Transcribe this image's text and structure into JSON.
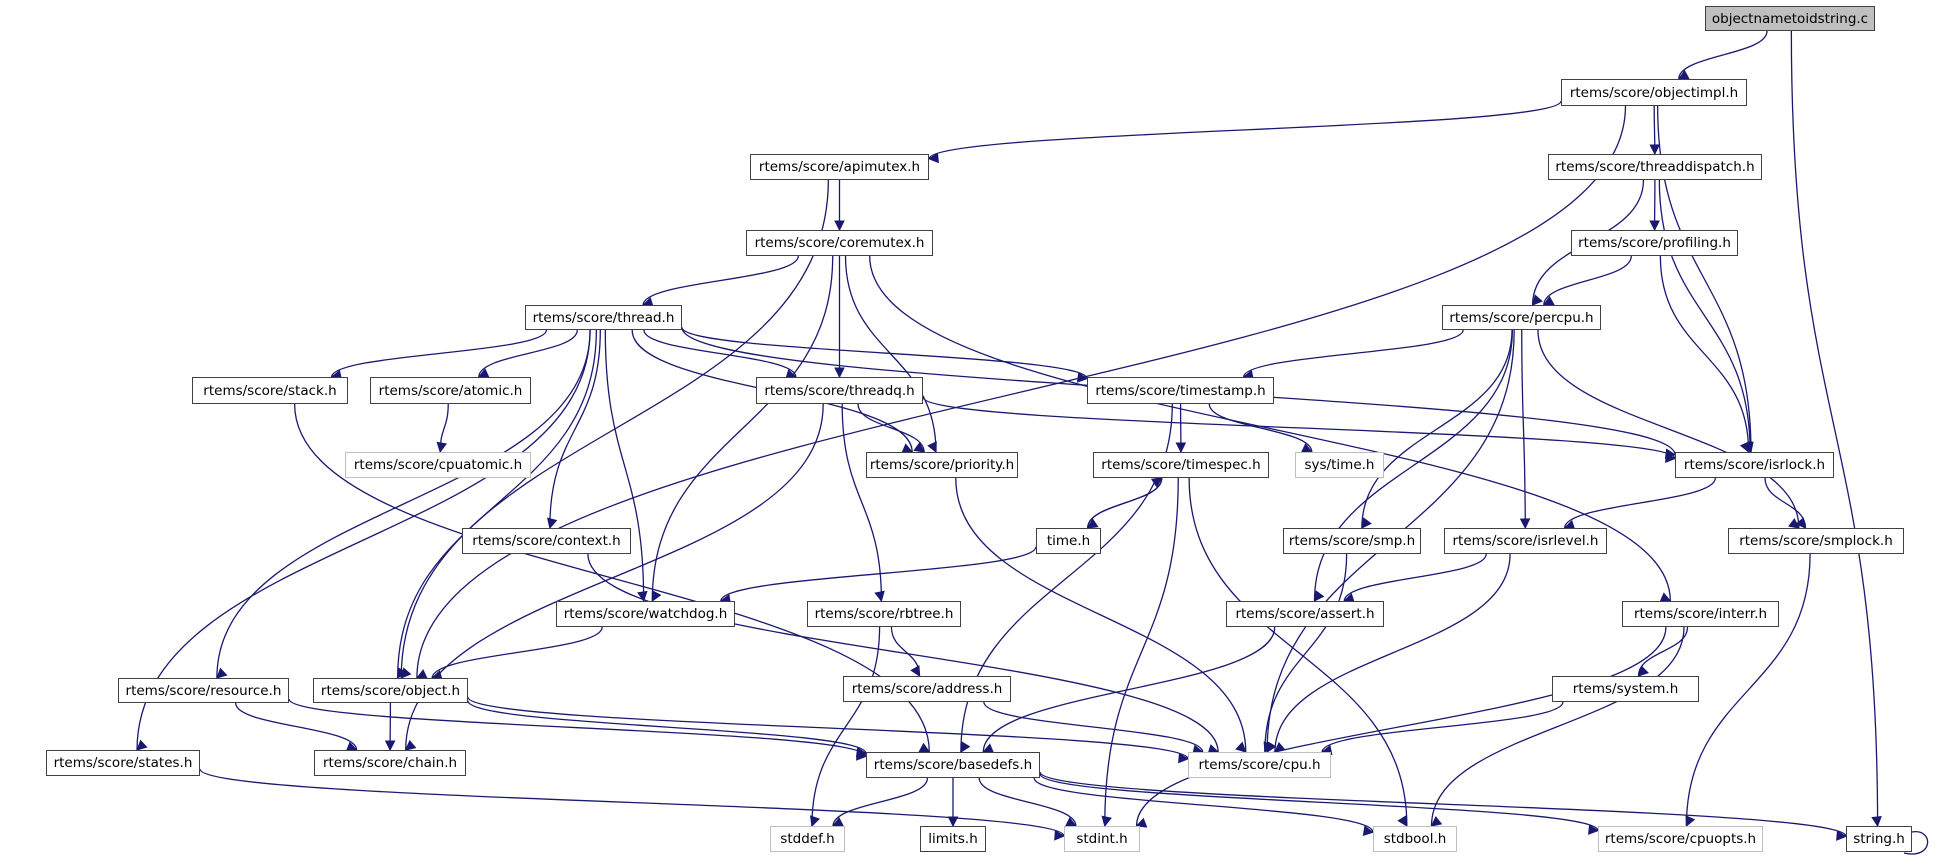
{
  "title": "objectnametoidstring.c include dependency graph",
  "colors": {
    "edge": "#191970",
    "root_fill": "#bfbfbf",
    "node_border": "#404040",
    "external_border": "#bfbfbf"
  },
  "nodes": [
    {
      "id": "root",
      "label": "objectnametoidstring.c",
      "kind": "root"
    },
    {
      "id": "objectimpl",
      "label": "rtems/score/objectimpl.h",
      "kind": "doc"
    },
    {
      "id": "apimutex",
      "label": "rtems/score/apimutex.h",
      "kind": "doc"
    },
    {
      "id": "threaddispatch",
      "label": "rtems/score/threaddispatch.h",
      "kind": "doc"
    },
    {
      "id": "coremutex",
      "label": "rtems/score/coremutex.h",
      "kind": "doc"
    },
    {
      "id": "profiling",
      "label": "rtems/score/profiling.h",
      "kind": "doc"
    },
    {
      "id": "thread",
      "label": "rtems/score/thread.h",
      "kind": "doc"
    },
    {
      "id": "percpu",
      "label": "rtems/score/percpu.h",
      "kind": "doc"
    },
    {
      "id": "stack",
      "label": "rtems/score/stack.h",
      "kind": "doc"
    },
    {
      "id": "atomic",
      "label": "rtems/score/atomic.h",
      "kind": "doc"
    },
    {
      "id": "threadq",
      "label": "rtems/score/threadq.h",
      "kind": "doc"
    },
    {
      "id": "timestamp",
      "label": "rtems/score/timestamp.h",
      "kind": "doc"
    },
    {
      "id": "cpuatomic",
      "label": "rtems/score/cpuatomic.h",
      "kind": "ext"
    },
    {
      "id": "priority",
      "label": "rtems/score/priority.h",
      "kind": "doc"
    },
    {
      "id": "timespec",
      "label": "rtems/score/timespec.h",
      "kind": "doc"
    },
    {
      "id": "systime",
      "label": "sys/time.h",
      "kind": "ext"
    },
    {
      "id": "isrlock",
      "label": "rtems/score/isrlock.h",
      "kind": "doc"
    },
    {
      "id": "context",
      "label": "rtems/score/context.h",
      "kind": "doc"
    },
    {
      "id": "timeh",
      "label": "time.h",
      "kind": "doc"
    },
    {
      "id": "smp",
      "label": "rtems/score/smp.h",
      "kind": "doc"
    },
    {
      "id": "isrlevel",
      "label": "rtems/score/isrlevel.h",
      "kind": "doc"
    },
    {
      "id": "smplock",
      "label": "rtems/score/smplock.h",
      "kind": "doc"
    },
    {
      "id": "watchdog",
      "label": "rtems/score/watchdog.h",
      "kind": "doc"
    },
    {
      "id": "rbtree",
      "label": "rtems/score/rbtree.h",
      "kind": "doc"
    },
    {
      "id": "assert",
      "label": "rtems/score/assert.h",
      "kind": "doc"
    },
    {
      "id": "interr",
      "label": "rtems/score/interr.h",
      "kind": "doc"
    },
    {
      "id": "resource",
      "label": "rtems/score/resource.h",
      "kind": "doc"
    },
    {
      "id": "object",
      "label": "rtems/score/object.h",
      "kind": "doc"
    },
    {
      "id": "address",
      "label": "rtems/score/address.h",
      "kind": "doc"
    },
    {
      "id": "system",
      "label": "rtems/system.h",
      "kind": "doc"
    },
    {
      "id": "states",
      "label": "rtems/score/states.h",
      "kind": "doc"
    },
    {
      "id": "chain",
      "label": "rtems/score/chain.h",
      "kind": "doc"
    },
    {
      "id": "basedefs",
      "label": "rtems/score/basedefs.h",
      "kind": "doc"
    },
    {
      "id": "cpu",
      "label": "rtems/score/cpu.h",
      "kind": "ext"
    },
    {
      "id": "stddef",
      "label": "stddef.h",
      "kind": "ext"
    },
    {
      "id": "limits",
      "label": "limits.h",
      "kind": "doc"
    },
    {
      "id": "stdint",
      "label": "stdint.h",
      "kind": "ext"
    },
    {
      "id": "stdbool",
      "label": "stdbool.h",
      "kind": "ext"
    },
    {
      "id": "cpuopts",
      "label": "rtems/score/cpuopts.h",
      "kind": "ext"
    },
    {
      "id": "string",
      "label": "string.h",
      "kind": "doc"
    }
  ],
  "edges": [
    [
      "root",
      "objectimpl"
    ],
    [
      "root",
      "string"
    ],
    [
      "objectimpl",
      "apimutex"
    ],
    [
      "objectimpl",
      "threaddispatch"
    ],
    [
      "objectimpl",
      "object"
    ],
    [
      "objectimpl",
      "isrlock"
    ],
    [
      "apimutex",
      "coremutex"
    ],
    [
      "apimutex",
      "object"
    ],
    [
      "threaddispatch",
      "percpu"
    ],
    [
      "threaddispatch",
      "profiling"
    ],
    [
      "threaddispatch",
      "isrlock"
    ],
    [
      "profiling",
      "percpu"
    ],
    [
      "profiling",
      "isrlock"
    ],
    [
      "coremutex",
      "thread"
    ],
    [
      "coremutex",
      "threadq"
    ],
    [
      "coremutex",
      "priority"
    ],
    [
      "coremutex",
      "watchdog"
    ],
    [
      "coremutex",
      "interr"
    ],
    [
      "thread",
      "stack"
    ],
    [
      "thread",
      "atomic"
    ],
    [
      "thread",
      "threadq"
    ],
    [
      "thread",
      "timestamp"
    ],
    [
      "thread",
      "priority"
    ],
    [
      "thread",
      "isrlock"
    ],
    [
      "thread",
      "context"
    ],
    [
      "thread",
      "watchdog"
    ],
    [
      "thread",
      "object"
    ],
    [
      "thread",
      "resource"
    ],
    [
      "thread",
      "states"
    ],
    [
      "percpu",
      "timestamp"
    ],
    [
      "percpu",
      "smp"
    ],
    [
      "percpu",
      "isrlevel"
    ],
    [
      "percpu",
      "assert"
    ],
    [
      "percpu",
      "cpu"
    ],
    [
      "percpu",
      "smplock"
    ],
    [
      "stack",
      "basedefs"
    ],
    [
      "atomic",
      "cpuatomic"
    ],
    [
      "threadq",
      "priority"
    ],
    [
      "threadq",
      "rbtree"
    ],
    [
      "threadq",
      "isrlock"
    ],
    [
      "threadq",
      "chain"
    ],
    [
      "timestamp",
      "timespec"
    ],
    [
      "timestamp",
      "systime"
    ],
    [
      "timestamp",
      "basedefs"
    ],
    [
      "timespec",
      "timeh"
    ],
    [
      "timespec",
      "stdint"
    ],
    [
      "timespec",
      "stdbool"
    ],
    [
      "timeh",
      "timespec"
    ],
    [
      "timeh",
      "watchdog"
    ],
    [
      "priority",
      "cpu"
    ],
    [
      "isrlock",
      "isrlevel"
    ],
    [
      "isrlock",
      "smplock"
    ],
    [
      "context",
      "cpu"
    ],
    [
      "smp",
      "cpu"
    ],
    [
      "isrlevel",
      "assert"
    ],
    [
      "isrlevel",
      "cpu"
    ],
    [
      "smplock",
      "cpuopts"
    ],
    [
      "watchdog",
      "object"
    ],
    [
      "rbtree",
      "address"
    ],
    [
      "rbtree",
      "stddef"
    ],
    [
      "assert",
      "basedefs"
    ],
    [
      "interr",
      "system"
    ],
    [
      "interr",
      "stdint"
    ],
    [
      "interr",
      "stdbool"
    ],
    [
      "resource",
      "chain"
    ],
    [
      "resource",
      "basedefs"
    ],
    [
      "object",
      "chain"
    ],
    [
      "object",
      "basedefs"
    ],
    [
      "object",
      "cpu"
    ],
    [
      "address",
      "cpu"
    ],
    [
      "system",
      "cpu"
    ],
    [
      "states",
      "stdint"
    ],
    [
      "basedefs",
      "stddef"
    ],
    [
      "basedefs",
      "limits"
    ],
    [
      "basedefs",
      "stdint"
    ],
    [
      "basedefs",
      "stdbool"
    ],
    [
      "basedefs",
      "cpuopts"
    ],
    [
      "basedefs",
      "string"
    ],
    [
      "string",
      "string"
    ]
  ]
}
